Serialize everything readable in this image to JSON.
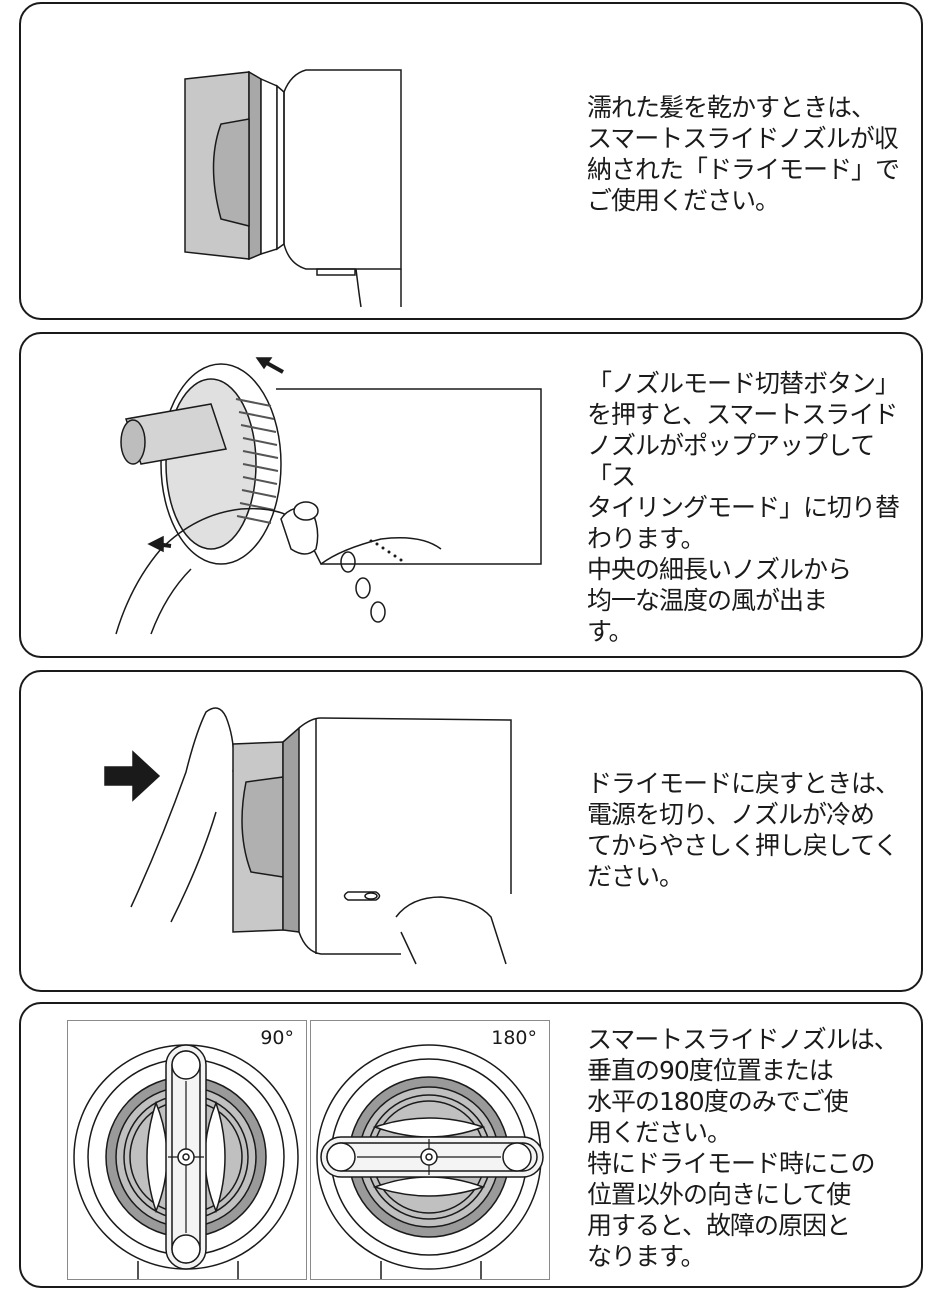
{
  "sections": [
    {
      "text": "濡れた髪を乾かすときは、\nスマートスライドノズルが収\n納された「ドライモード」で\nご使用ください。"
    },
    {
      "text": "「ノズルモード切替ボタン」\nを押すと、スマートスライド\nノズルがポップアップして「ス\nタイリングモード」に切り替\nわります。\n中央の細長いノズルから\n均一な温度の風が出ま\nす。"
    },
    {
      "text": "ドライモードに戻すときは、\n電源を切り、ノズルが冷め\nてからやさしく押し戻してく\nださい。"
    },
    {
      "text": "スマートスライドノズルは、\n垂直の90度位置または\n水平の180度のみでご使\n用ください。\n特にドライモード時にこの\n位置以外の向きにして使\n用すると、故障の原因と\nなります。",
      "diagrams": [
        {
          "angle_label": "90°"
        },
        {
          "angle_label": "180°"
        }
      ]
    }
  ],
  "icons": {
    "panel1": "dryer-dry-mode-illustration",
    "panel2": "dryer-nozzle-popup-illustration",
    "panel3": "dryer-push-back-illustration",
    "panel4": "nozzle-orientation-diagrams"
  },
  "colors": {
    "line": "#1a1a1a",
    "panel_border": "#1a1a1a",
    "nozzle_gray": "#c8c8c8",
    "dark_gray": "#8c8c8c"
  }
}
